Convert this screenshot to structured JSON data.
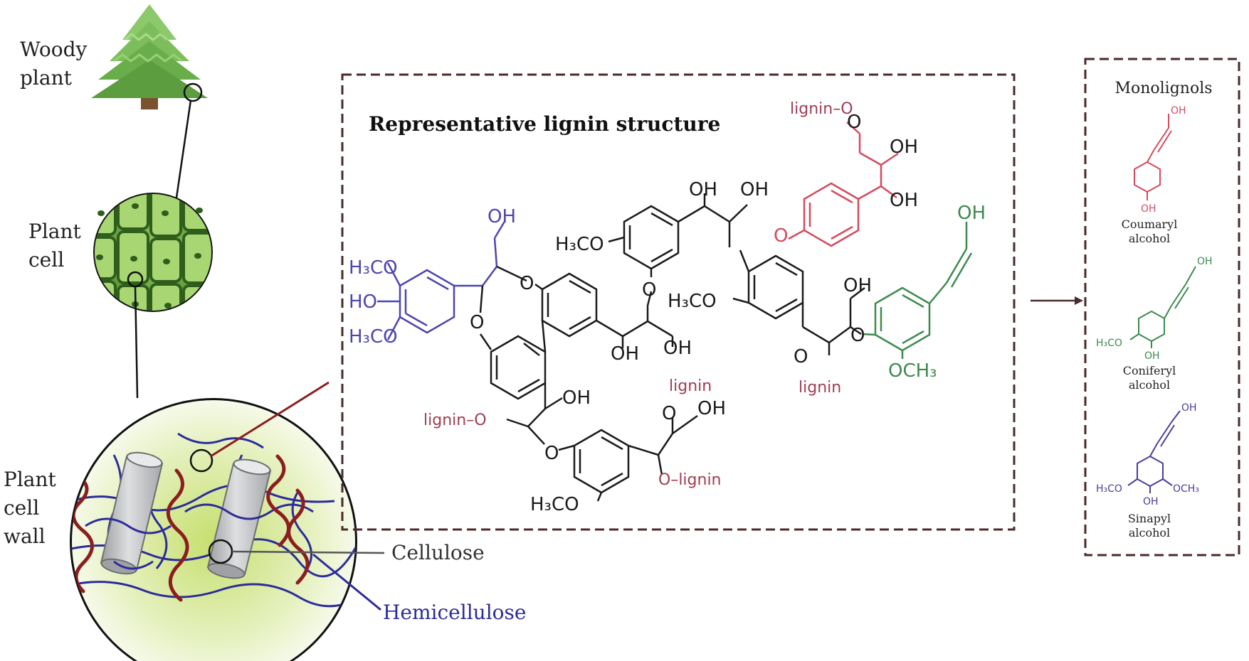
{
  "labels": {
    "woody_plant": [
      "Woody",
      "plant"
    ],
    "plant_cell": [
      "Plant",
      "cell"
    ],
    "plant_cell_wall": [
      "Plant",
      "cell",
      "wall"
    ],
    "cellulose": "Cellulose",
    "hemicellulose": "Hemicellulose"
  },
  "lignin_panel": {
    "title": "Representative lignin structure",
    "atoms": {
      "h3co": "H₃CO",
      "ho": "HO",
      "oh": "OH",
      "o": "O",
      "och3": "OCH₃",
      "lignin_o": "lignin–O",
      "lignin": "lignin",
      "o_lignin": "O–lignin"
    }
  },
  "monolignols": {
    "title": "Monolignols",
    "items": [
      {
        "name": [
          "Coumaryl",
          "alcohol"
        ],
        "color": "#d64a5e"
      },
      {
        "name": [
          "Coniferyl",
          "alcohol"
        ],
        "color": "#3e8a4e"
      },
      {
        "name": [
          "Sinapyl",
          "alcohol"
        ],
        "color": "#4a3f9a"
      }
    ]
  },
  "colors": {
    "red_unit": "#d64a5e",
    "green_unit": "#3e8a4e",
    "blue_unit": "#4e45b0",
    "lignin_label": "#a03d52",
    "frame": "#4a2a2a",
    "lignin_strand": "#8b1e1e",
    "hemicellulose_line": "#2c2c9a",
    "cellulose_fill": "#bfc0c2"
  }
}
